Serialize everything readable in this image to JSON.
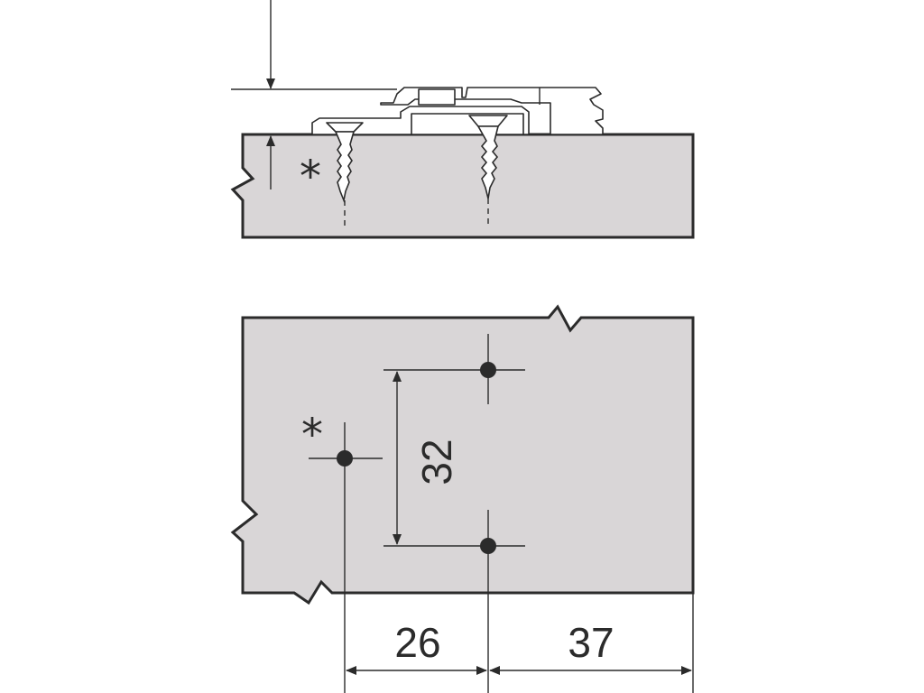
{
  "dimensions": {
    "vertical_spacing": "32",
    "left_offset": "26",
    "right_offset": "37"
  },
  "marks": {
    "top_asterisk": "*",
    "bottom_asterisk": "*"
  },
  "colors": {
    "panel_fill": "#d9d6d7",
    "line": "#2b2b2b",
    "background": "#ffffff"
  }
}
